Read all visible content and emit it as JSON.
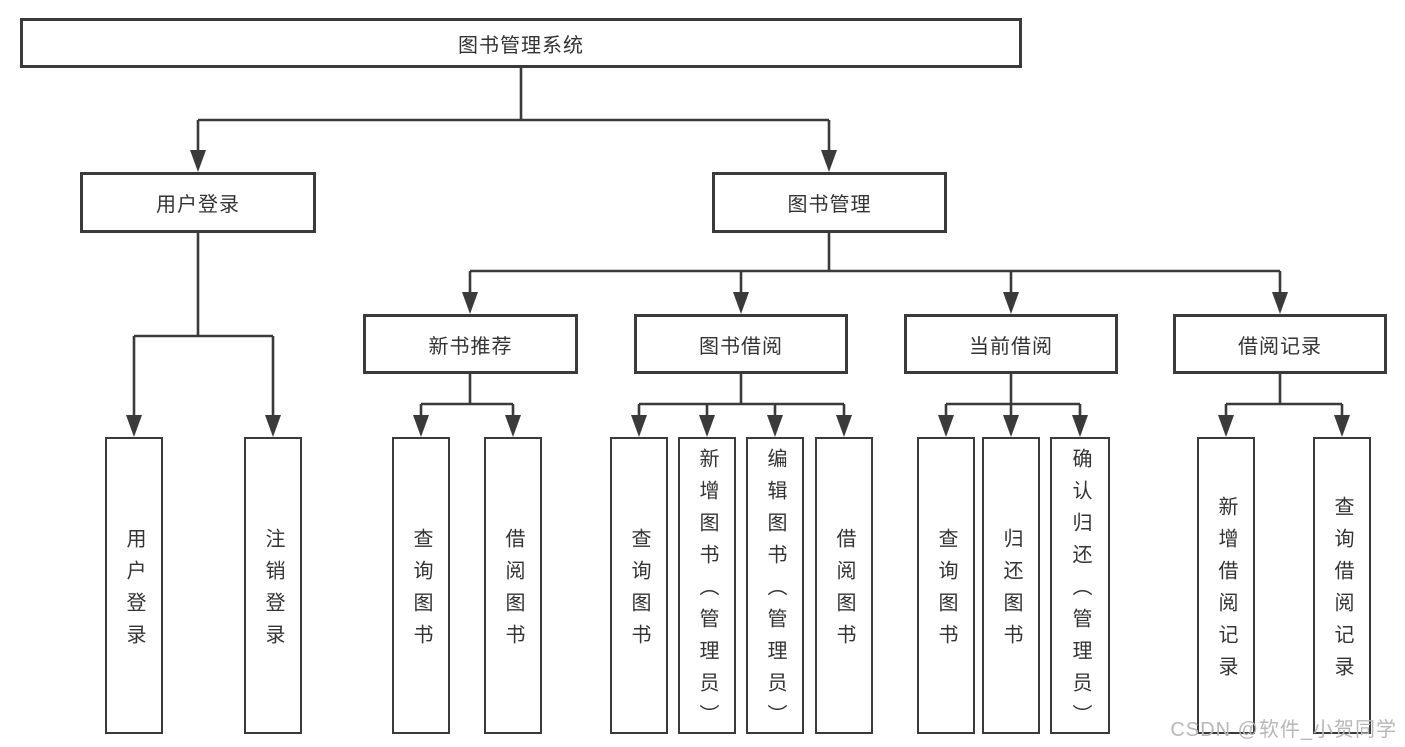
{
  "diagram": {
    "title": "library-management-system-function-structure",
    "nodes": {
      "root": "图书管理系统",
      "user_login": "用户登录",
      "book_mgmt": "图书管理",
      "new_book_rec": "新书推荐",
      "book_borrow": "图书借阅",
      "current_borrow": "当前借阅",
      "borrow_records": "借阅记录",
      "leaves_user_login": [
        "用户登录",
        "注销登录"
      ],
      "leaves_new_book_rec": [
        "查询图书",
        "借阅图书"
      ],
      "leaves_book_borrow": [
        "查询图书",
        "新增图书（管理员）",
        "编辑图书（管理员）",
        "借阅图书"
      ],
      "leaves_current_borrow": [
        "查询图书",
        "归还图书",
        "确认归还（管理员）"
      ],
      "leaves_borrow_records": [
        "新增借阅记录",
        "查询借阅记录"
      ]
    },
    "colors": {
      "line": "#3a3a3a",
      "text": "#333333",
      "background": "#ffffff",
      "watermark": "#b7b7b7"
    }
  },
  "watermark": "CSDN @软件_小贺同学"
}
